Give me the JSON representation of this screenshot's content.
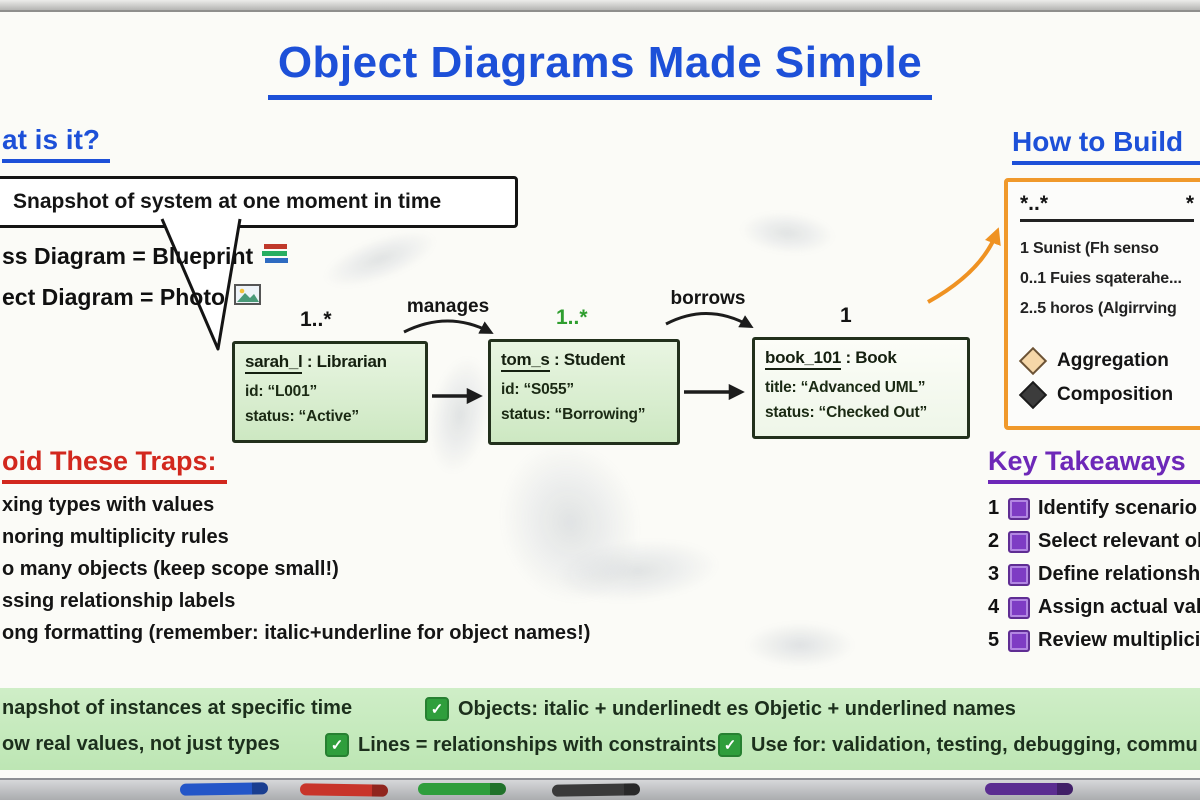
{
  "theme": {
    "title_color": "#1d50d8",
    "heading_red": "#d2281e",
    "heading_purple": "#6d28b8",
    "orange": "#f0992b",
    "banner_green": "#cfeec7",
    "object_box_green": "#cde8c2"
  },
  "icons": {
    "check": "✓"
  },
  "title": "Object Diagrams Made Simple",
  "what_is_it": {
    "heading": "at is it?",
    "bubble_text": "Snapshot of system at one moment in time",
    "analogy_class": "ss Diagram = Blueprint",
    "analogy_class_icon": "books-icon",
    "analogy_object": "ect Diagram = Photo",
    "analogy_object_icon": "framed-picture-icon"
  },
  "diagram": {
    "objects": [
      {
        "multiplicity": "1..*",
        "instance": "sarah_l",
        "rest": " : Librarian",
        "attr1": "id: “L001”",
        "attr2": "status: “Active”"
      },
      {
        "multiplicity": "1..*",
        "instance": "tom_s",
        "rest": " : Student",
        "attr1": "id: “S055”",
        "attr2": "status: “Borrowing”"
      },
      {
        "multiplicity": "1",
        "instance": "book_101",
        "rest": " : Book",
        "attr1": "title: “Advanced UML”",
        "attr2": "status: “Checked Out”"
      }
    ],
    "links": [
      {
        "label": "manages"
      },
      {
        "label": "borrows"
      }
    ]
  },
  "how_to_build": {
    "heading": "How to Build",
    "corner_left": "*..*",
    "corner_right": "*",
    "lines": [
      "1  Sunist (Fh senso",
      "0..1  Fuies sqaterahe...",
      "2..5  horos (Algirrving"
    ],
    "legend": [
      {
        "icon": "aggregation-diamond",
        "label": "Aggregation"
      },
      {
        "icon": "composition-diamond",
        "label": "Composition"
      }
    ]
  },
  "traps": {
    "heading": "oid These Traps:",
    "items": [
      "xing types with values",
      "noring multiplicity rules",
      "o many objects (keep scope small!)",
      "ssing relationship labels",
      "ong formatting (remember: italic+underline for object names!)"
    ]
  },
  "takeaways": {
    "heading": "Key Takeaways",
    "items": [
      {
        "num": "1",
        "text": "Identify scenario"
      },
      {
        "num": "2",
        "text": "Select relevant ob"
      },
      {
        "num": "3",
        "text": "Define relationship"
      },
      {
        "num": "4",
        "text": "Assign actual valu"
      },
      {
        "num": "5",
        "text": "Review multiplicit"
      }
    ]
  },
  "banner": {
    "row1": [
      {
        "check": false,
        "text": "napshot of instances at specific time"
      },
      {
        "check": true,
        "text": "Objects: italic + underlinedt es Objetic + underlined names"
      }
    ],
    "row2": [
      {
        "check": false,
        "text": "ow real values, not just types"
      },
      {
        "check": true,
        "text": "Lines = relationships with constraints"
      },
      {
        "check": true,
        "text": "Use for: validation, testing, debugging, commu"
      }
    ]
  }
}
